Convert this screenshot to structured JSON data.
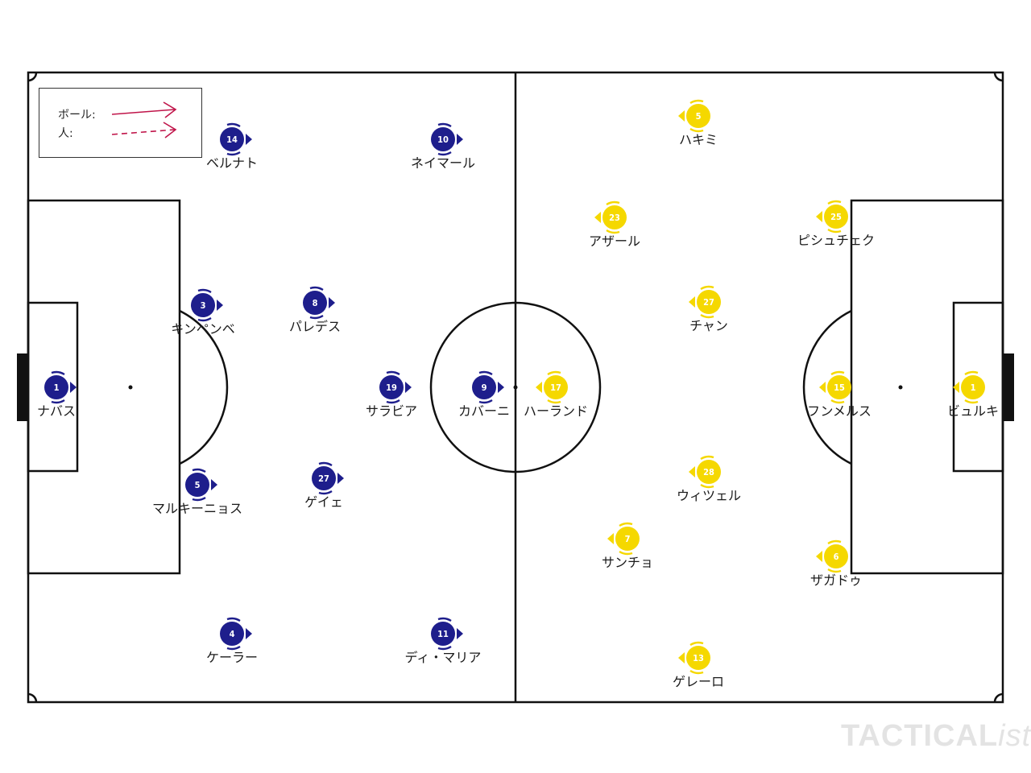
{
  "legend": {
    "ball_label": "ボール:",
    "person_label": "人:",
    "arrow_color": "#c0154a"
  },
  "colors": {
    "home": "#1e1e8c",
    "away": "#f5d800",
    "home_text": "#ffffff",
    "away_text": "#ffffff",
    "line": "#111111"
  },
  "home_team": [
    {
      "number": "1",
      "name": "ナバス"
    },
    {
      "number": "14",
      "name": "ベルナト"
    },
    {
      "number": "10",
      "name": "ネイマール"
    },
    {
      "number": "3",
      "name": "キンペンベ"
    },
    {
      "number": "8",
      "name": "パレデス"
    },
    {
      "number": "19",
      "name": "サラビア"
    },
    {
      "number": "9",
      "name": "カバーニ"
    },
    {
      "number": "5",
      "name": "マルキーニョス"
    },
    {
      "number": "27",
      "name": "ゲイェ"
    },
    {
      "number": "4",
      "name": "ケーラー"
    },
    {
      "number": "11",
      "name": "ディ・マリア"
    }
  ],
  "away_team": [
    {
      "number": "5",
      "name": "ハキミ"
    },
    {
      "number": "23",
      "name": "アザール"
    },
    {
      "number": "25",
      "name": "ピシュチェク"
    },
    {
      "number": "27",
      "name": "チャン"
    },
    {
      "number": "17",
      "name": "ハーランド"
    },
    {
      "number": "15",
      "name": "フンメルス"
    },
    {
      "number": "1",
      "name": "ビュルキ"
    },
    {
      "number": "28",
      "name": "ウィツェル"
    },
    {
      "number": "7",
      "name": "サンチョ"
    },
    {
      "number": "6",
      "name": "ザガドゥ"
    },
    {
      "number": "13",
      "name": "ゲレーロ"
    }
  ],
  "watermark": {
    "main": "TACTICAL",
    "suffix": "ista"
  }
}
